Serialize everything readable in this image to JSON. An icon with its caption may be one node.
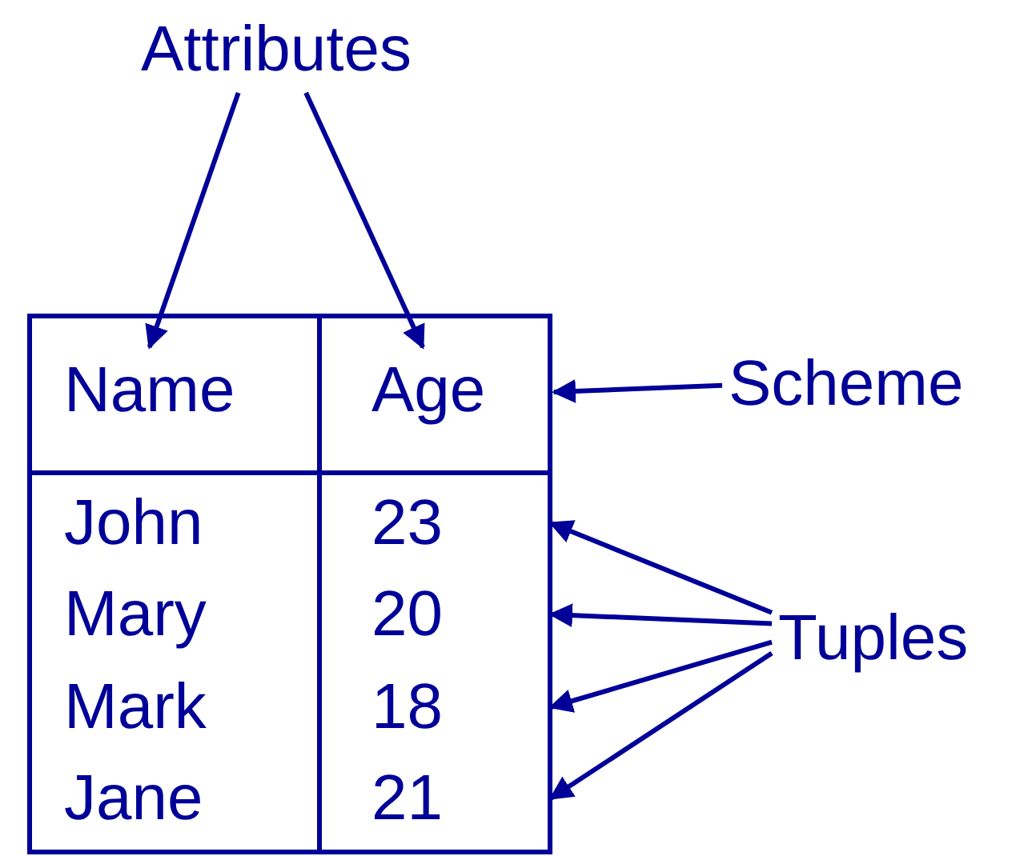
{
  "diagram": {
    "nodes": [
      {
        "text": [
          "Attributes"
        ]
      },
      {
        "text": [],
        "shape": "box"
      },
      {
        "text": [],
        "shape": "box",
        "in": 1
      },
      {
        "text": [
          "Name"
        ],
        "in": 2
      },
      {
        "text": [
          "Age"
        ],
        "in": 2
      },
      {
        "text": [
          "John",
          "23"
        ],
        "in": 1
      },
      {
        "text": [
          "Mary",
          "20"
        ],
        "in": 1
      },
      {
        "text": [
          "Mark",
          "18"
        ],
        "in": 1
      },
      {
        "text": [
          "Jane",
          "21"
        ],
        "in": 1
      },
      {
        "text": [
          "Scheme"
        ]
      },
      {
        "text": [
          "Tuples"
        ]
      }
    ],
    "edges": [
      {
        "from": 0,
        "to": 3,
        "arrow": "to"
      },
      {
        "from": 0,
        "to": 4,
        "arrow": "to"
      },
      {
        "from": 9,
        "to": 2,
        "arrow": "to"
      },
      {
        "from": 10,
        "to": 5,
        "arrow": "to"
      },
      {
        "from": 10,
        "to": 6,
        "arrow": "to"
      },
      {
        "from": 10,
        "to": 7,
        "arrow": "to"
      },
      {
        "from": 10,
        "to": 8,
        "arrow": "to"
      }
    ]
  }
}
